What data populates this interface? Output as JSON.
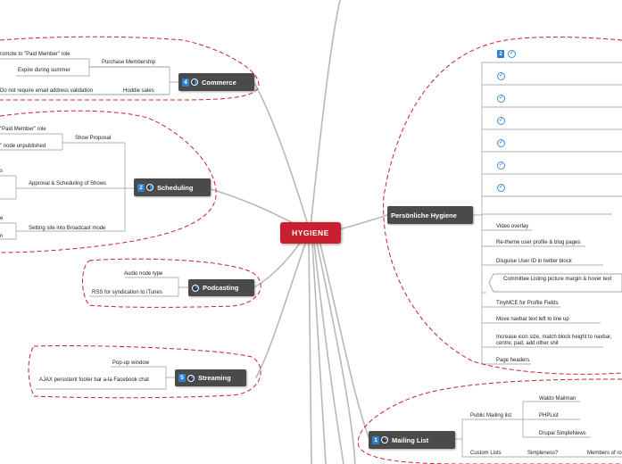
{
  "root": {
    "label": "HYGIENE",
    "color": "#c8202f"
  },
  "commerce": {
    "title": "Commerce",
    "badge": "4",
    "items": {
      "promote": "romote to \"Paid Member\" role",
      "purchase": "Purchase Membership",
      "expire": "Expire during summer",
      "email": "Do not require email address validation",
      "hoodie": "Hoddie sales"
    }
  },
  "scheduling": {
    "title": "Scheduling",
    "badge": "2",
    "items": {
      "paid": "\"Paid Member\" role",
      "unpublished": "\" node unpublished",
      "proposal": "Show Proposal",
      "s_frag": "s",
      "approval": "Approval & Scheduling of  Shows",
      "e_frag": "e",
      "n_frag": "n",
      "broadcast": "Setting site into Broadcast mode"
    }
  },
  "podcasting": {
    "title": "Podcasting",
    "items": {
      "audio": "Audio node type",
      "rss": "RSS for syndication to iTunes"
    }
  },
  "streaming": {
    "title": "Streaming",
    "badge": "5",
    "items": {
      "popup": "Pop-up window",
      "ajax": "AJAX persistent footer bar a-la Facebook chat"
    }
  },
  "personal": {
    "title": "Persönliche Hygiene",
    "badge": "2",
    "items": {
      "video": "Video overlay",
      "retheme": "Re-theme user profile & blog pages",
      "twitter": "Disguise User ID in twitter block",
      "committee": "Committee Listing picture margin & hover text",
      "tinymce": "TinyMCE for Profile Fields",
      "navbar": "Move navbar text left to line up",
      "icon": "Increase icon size, match block height to navbar, centre, pad, add other shit",
      "headers": "Page headers"
    }
  },
  "mailing": {
    "title": "Mailing List",
    "badge": "1",
    "items": {
      "public": "Public Mailing list",
      "waldo": "Waldo Mailman",
      "phplist": "PHPList",
      "drupal": "Drupal SimpleNews",
      "custom": "Custom Lists",
      "simple": "Simpleness?",
      "members": "Members of ro"
    }
  },
  "colors": {
    "accent": "#c8202f",
    "node": "#4a4a4a",
    "badge": "#2f7fd4",
    "line": "#b8b8b8"
  }
}
